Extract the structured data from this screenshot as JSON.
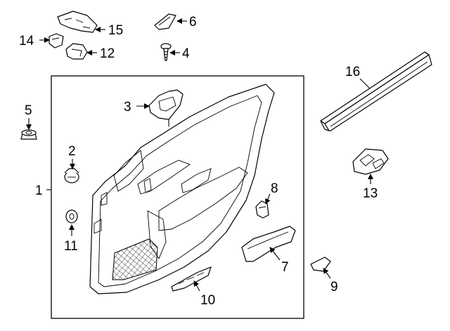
{
  "diagram": {
    "frame_color": "#000000",
    "callouts": [
      {
        "id": "c1",
        "label": "1"
      },
      {
        "id": "c2",
        "label": "2"
      },
      {
        "id": "c3",
        "label": "3"
      },
      {
        "id": "c4",
        "label": "4"
      },
      {
        "id": "c5",
        "label": "5"
      },
      {
        "id": "c6",
        "label": "6"
      },
      {
        "id": "c7",
        "label": "7"
      },
      {
        "id": "c8",
        "label": "8"
      },
      {
        "id": "c9",
        "label": "9"
      },
      {
        "id": "c10",
        "label": "10"
      },
      {
        "id": "c11",
        "label": "11"
      },
      {
        "id": "c12",
        "label": "12"
      },
      {
        "id": "c13",
        "label": "13"
      },
      {
        "id": "c14",
        "label": "14"
      },
      {
        "id": "c15",
        "label": "15"
      },
      {
        "id": "c16",
        "label": "16"
      }
    ]
  }
}
